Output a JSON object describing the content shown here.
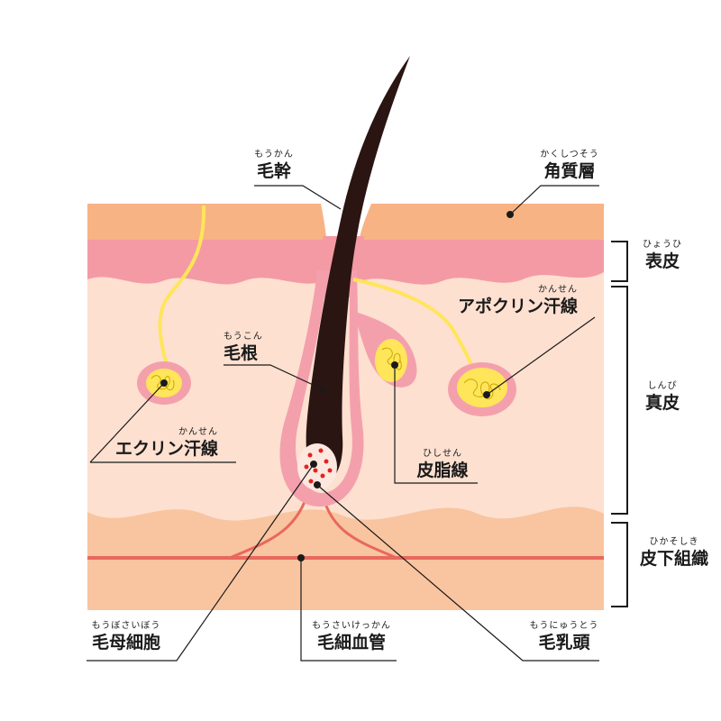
{
  "labels": {
    "moukan": {
      "ruby": "もうかん",
      "text": "毛幹"
    },
    "kakushitsu": {
      "ruby": "かくしつそう",
      "text": "角質層"
    },
    "hyouhi": {
      "ruby": "ひょうひ",
      "text": "表皮"
    },
    "mokon": {
      "ruby": "もうこん",
      "text": "毛根"
    },
    "apocrine": {
      "ruby": "かんせん",
      "text": "アポクリン汗線"
    },
    "shinpi": {
      "ruby": "しんぴ",
      "text": "真皮"
    },
    "eccrine": {
      "ruby": "かんせん",
      "text": "エクリン汗線"
    },
    "hishi": {
      "ruby": "ひしせん",
      "text": "皮脂線"
    },
    "hikasoshiki": {
      "ruby": "ひかそしき",
      "text": "皮下組織"
    },
    "moubo": {
      "ruby": "もうぼさいぼう",
      "text": "毛母細胞"
    },
    "mousai": {
      "ruby": "もうさいけっかん",
      "text": "毛細血管"
    },
    "mounyu": {
      "ruby": "もうにゅうとう",
      "text": "毛乳頭"
    }
  },
  "colors": {
    "corneum": "#f8b384",
    "epidermis": "#f49aa4",
    "dermis": "#fde0d0",
    "subcutis": "#f9c4a0",
    "hair": "#2a1512",
    "follicle": "#f4a0ac",
    "gland": "#ffe55a",
    "vessel": "#e8685e",
    "leader": "#1a1a1a"
  }
}
